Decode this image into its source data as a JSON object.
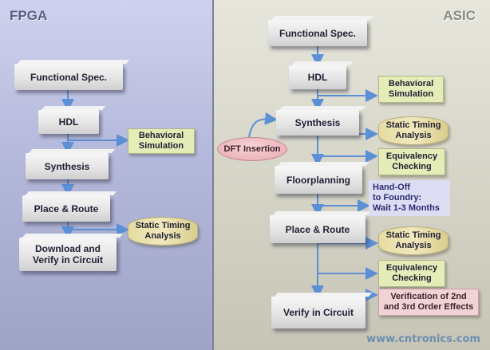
{
  "fpga": {
    "title": "FPGA",
    "functional_spec": "Functional Spec.",
    "hdl": "HDL",
    "synthesis": "Synthesis",
    "place_route": "Place & Route",
    "download_verify": "Download and\nVerify in Circuit",
    "behavioral_sim": "Behavioral\nSimulation",
    "static_timing": "Static Timing\nAnalysis"
  },
  "asic": {
    "title": "ASIC",
    "functional_spec": "Functional Spec.",
    "hdl": "HDL",
    "synthesis": "Synthesis",
    "floorplanning": "Floorplanning",
    "place_route": "Place & Route",
    "verify_circuit": "Verify in Circuit",
    "behavioral_sim": "Behavioral\nSimulation",
    "static_timing_1": "Static Timing\nAnalysis",
    "equivalency_1": "Equivalency\nChecking",
    "dft_insertion": "DFT Insertion",
    "handoff": "Hand-Off\nto Foundry:\nWait 1-3 Months",
    "static_timing_2": "Static Timing\nAnalysis",
    "equivalency_2": "Equivalency\nChecking",
    "verification_2nd_3rd": "Verification of 2nd\nand 3rd Order Effects"
  },
  "watermark": "www.cntronics.com",
  "colors": {
    "arrow": "#5b8fd6",
    "fpga_bg": "#b4b8da",
    "asic_bg": "#d6d5c8",
    "side_box": "#e5ecb8",
    "cylinder": "#e6dca2",
    "dft_oval": "#e7a9b0",
    "handoff_note": "#dcdcf2",
    "verification_box": "#f1d3d6"
  }
}
